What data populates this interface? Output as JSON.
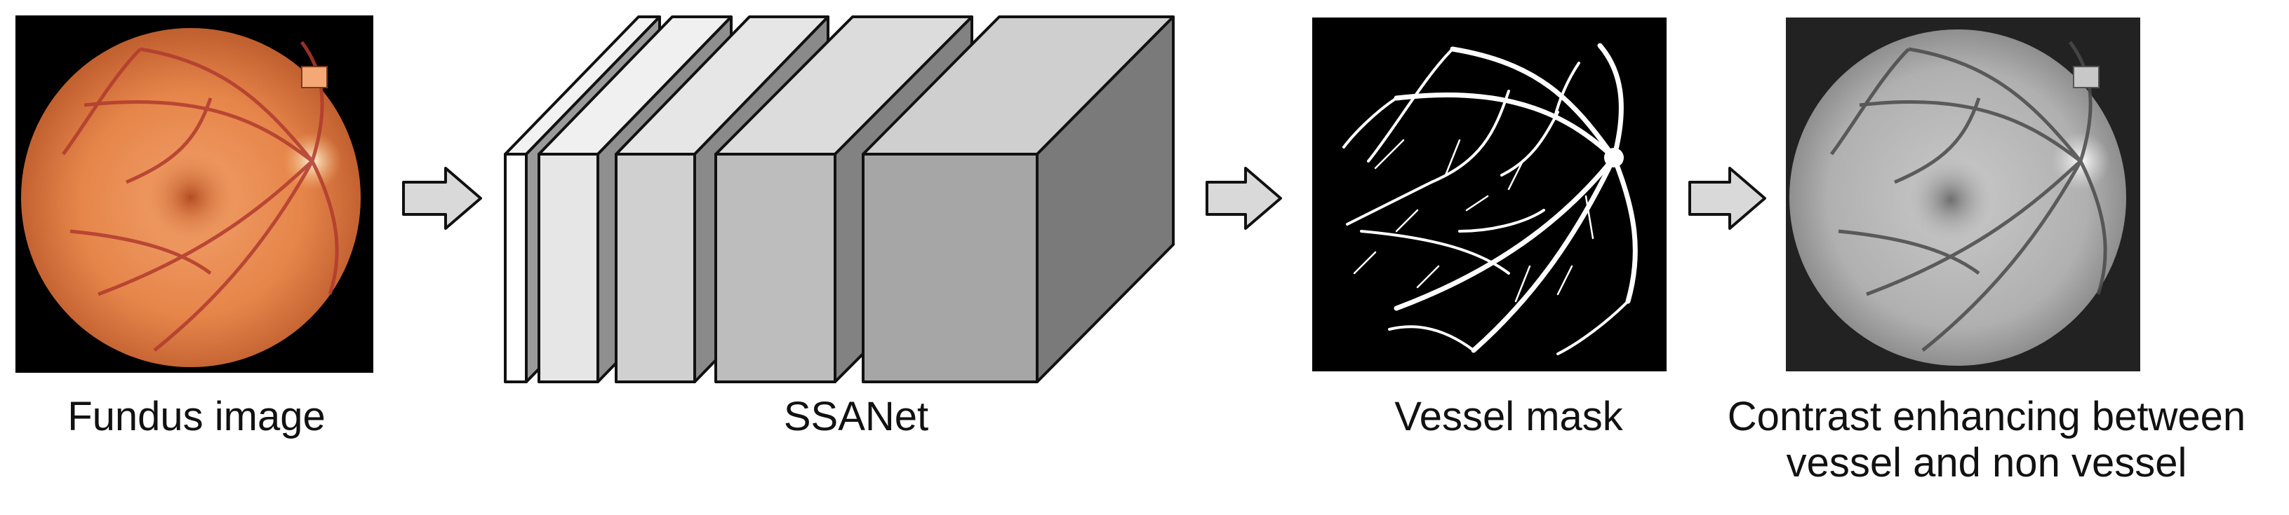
{
  "stages": [
    {
      "name": "fundus",
      "label": "Fundus image"
    },
    {
      "name": "network",
      "label": "SSANet"
    },
    {
      "name": "mask",
      "label": "Vessel mask"
    },
    {
      "name": "enhanced",
      "label_lines": [
        "Contrast enhancing between",
        "vessel and non vessel"
      ]
    }
  ],
  "colors": {
    "arrow_fill": "#d9d9d9",
    "arrow_stroke": "#111111",
    "block_fronts": [
      "#ffffff",
      "#e6e6e6",
      "#d0d0d0",
      "#bdbdbd",
      "#a6a6a6"
    ],
    "retina_base": "#e7874c",
    "vessel": "#b13a2e"
  }
}
